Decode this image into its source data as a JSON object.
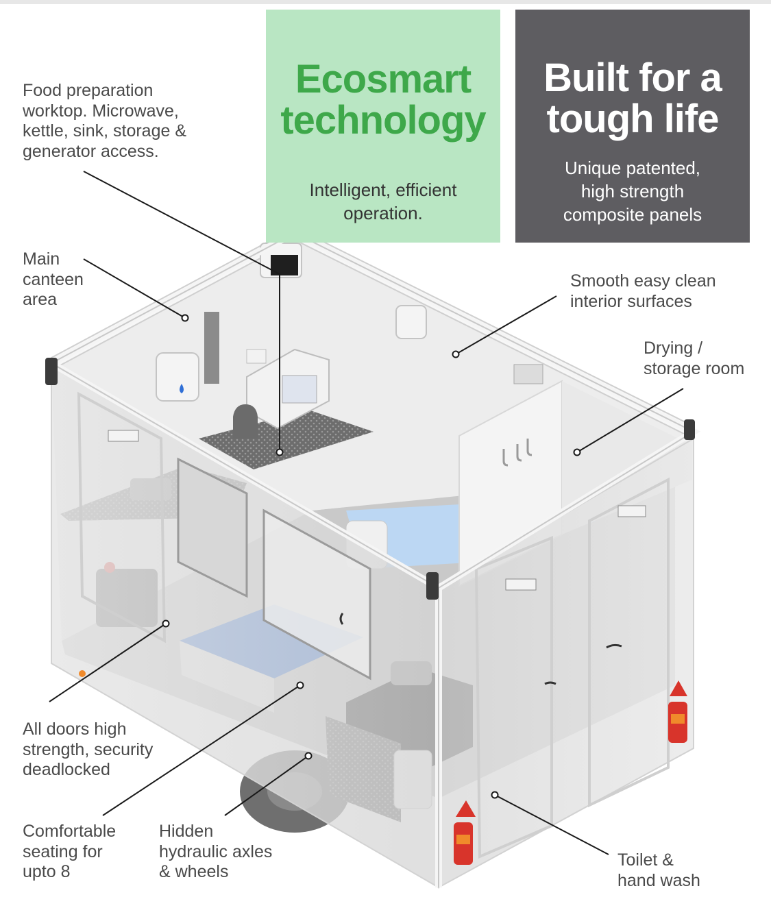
{
  "panels": {
    "ecosmart": {
      "title": "Ecosmart\ntechnology",
      "subtitle": "Intelligent, efficient\noperation.",
      "color": "#3ea84a",
      "background": "#b9e6c3"
    },
    "tough": {
      "title": "Built for a\ntough life",
      "subtitle": "Unique patented,\nhigh strength\ncomposite panels",
      "background": "#5e5d61"
    }
  },
  "callouts": {
    "food_prep": "Food preparation\nworktop. Microwave,\nkettle, sink, storage &\ngenerator access.",
    "canteen": "Main\ncanteen\narea",
    "smooth": "Smooth easy clean\ninterior surfaces",
    "drying": "Drying /\nstorage room",
    "doors": "All doors high\nstrength, security\ndeadlocked",
    "seating": "Comfortable\nseating for\nupto 8",
    "axles": "Hidden\nhydraulic axles\n& wheels",
    "toilet": "Toilet &\nhand wash"
  },
  "colors": {
    "seat_blue": "#2f6fd6",
    "floor_blue": "#bcd7f3",
    "reflector_red": "#d8342b",
    "reflector_amber": "#f08a2b"
  },
  "icons": [
    "lid-clip-icon",
    "handle-icon",
    "vent-icon",
    "hook-icon"
  ]
}
